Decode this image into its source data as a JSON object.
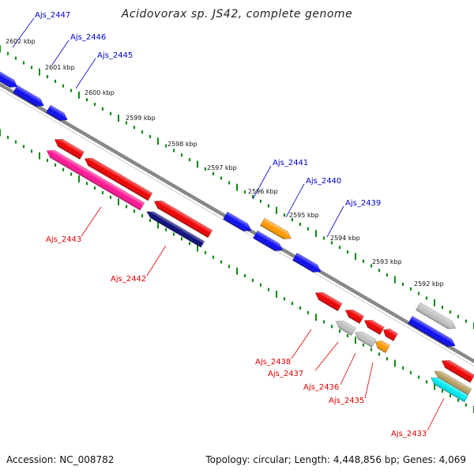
{
  "title": "Acidovorax sp. JS42, complete genome",
  "footer": {
    "accession": "Accession: NC_008782",
    "topology": "Topology: circular; Length: 4,448,856 bp; Genes: 4,069"
  },
  "colors": {
    "forward_gene": "#0a0af0",
    "reverse_gene": "#ee0000",
    "pink_gene": "#ff1493",
    "navy_gene": "#0a0a7a",
    "orange_gene": "#ff9900",
    "grey_gene": "#c0c0c0",
    "olive_gene": "#b8a060",
    "cyan_gene": "#00e8ee",
    "scale_dots": "#138a13",
    "backbone": "#888888",
    "forward_label": "#0000cc",
    "reverse_label": "#dd0000"
  },
  "scale_labels": [
    "2602 kbp",
    "2601 kbp",
    "2600 kbp",
    "2599 kbp",
    "2598 kbp",
    "2597 kbp",
    "2596 kbp",
    "2595 kbp",
    "2594 kbp",
    "2593 kbp",
    "2592 kbp"
  ],
  "forward_genes": [
    "Ajs_2447",
    "Ajs_2446",
    "Ajs_2445",
    "Ajs_2441",
    "Ajs_2440",
    "Ajs_2439"
  ],
  "reverse_genes": [
    "Ajs_2443",
    "Ajs_2442",
    "Ajs_2438",
    "Ajs_2437",
    "Ajs_2436",
    "Ajs_2435",
    "Ajs_2433"
  ]
}
